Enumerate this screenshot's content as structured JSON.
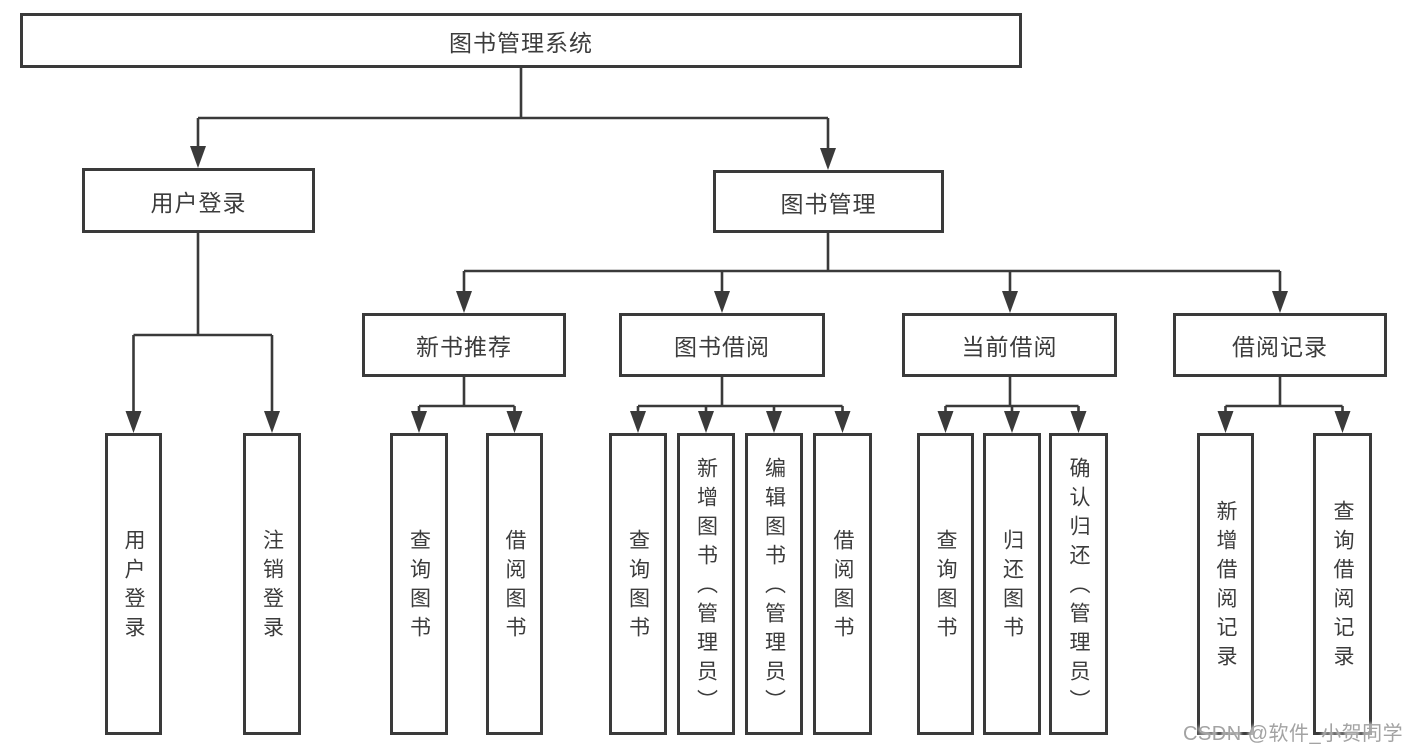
{
  "diagram": {
    "root": {
      "label": "图书管理系统"
    },
    "branches": [
      {
        "label": "用户登录",
        "children": [
          {
            "label": "用户登录"
          },
          {
            "label": "注销登录"
          }
        ]
      },
      {
        "label": "图书管理",
        "children": [
          {
            "label": "新书推荐",
            "children": [
              {
                "label": "查询图书"
              },
              {
                "label": "借阅图书"
              }
            ]
          },
          {
            "label": "图书借阅",
            "children": [
              {
                "label": "查询图书"
              },
              {
                "label": "新增图书（管理员）"
              },
              {
                "label": "编辑图书（管理员）"
              },
              {
                "label": "借阅图书"
              }
            ]
          },
          {
            "label": "当前借阅",
            "children": [
              {
                "label": "查询图书"
              },
              {
                "label": "归还图书"
              },
              {
                "label": "确认归还（管理员）"
              }
            ]
          },
          {
            "label": "借阅记录",
            "children": [
              {
                "label": "新增借阅记录"
              },
              {
                "label": "查询借阅记录"
              }
            ]
          }
        ]
      }
    ]
  },
  "watermark": {
    "text": "CSDN @软件_小贺同学"
  },
  "colors": {
    "line": "#3a3a3a",
    "box_border": "#3a3a3a",
    "text": "#3c3c3c",
    "background": "#ffffff",
    "watermark": "#a3a3a3"
  }
}
